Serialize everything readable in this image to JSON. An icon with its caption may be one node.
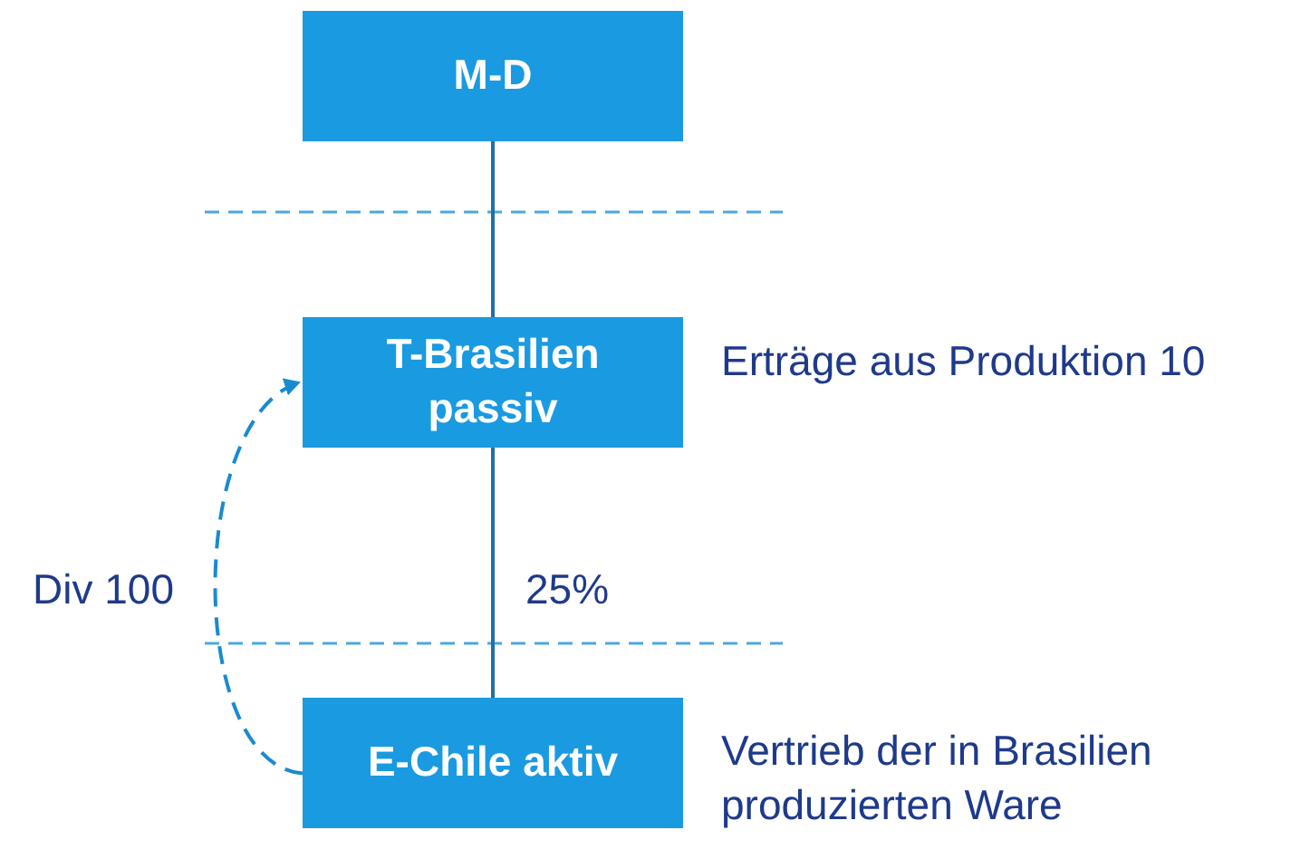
{
  "diagram": {
    "nodes": [
      {
        "text": [
          "M-D"
        ]
      },
      {
        "text": [
          "T-Brasilien passiv"
        ],
        "beside": [
          "Erträge aus Produktion 10"
        ]
      },
      {
        "text": [
          "E-Chile aktiv"
        ],
        "beside": [
          "Vertrieb der in Brasilien produzierten Ware"
        ]
      }
    ],
    "edges": [
      {
        "from": 0,
        "to": 1,
        "arrow": "none"
      },
      {
        "from": 1,
        "to": 2,
        "arrow": "none",
        "label": "25%"
      },
      {
        "from": 2,
        "to": 1,
        "arrow": "to",
        "label": "Div 100",
        "style": "dashed"
      }
    ]
  }
}
